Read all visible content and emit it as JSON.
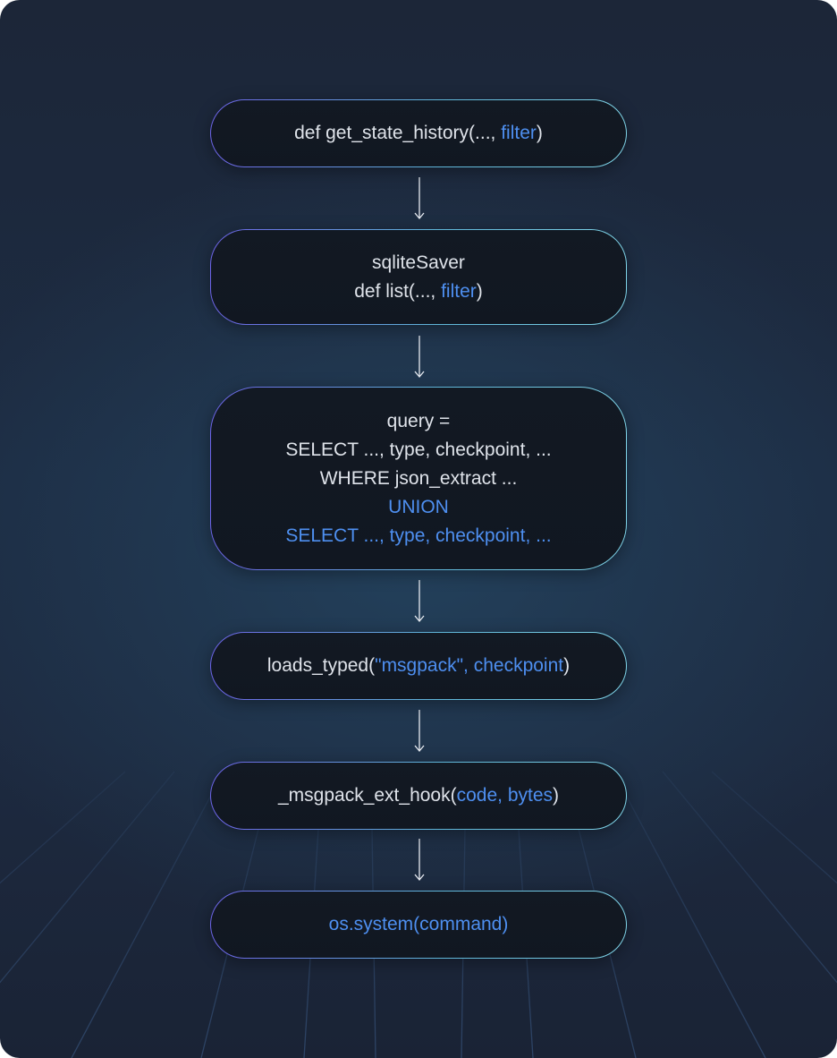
{
  "colors": {
    "text": "#dfe3ea",
    "highlight": "#4e8ff0",
    "node_fill": "#111822",
    "border_start": "#6c63e6",
    "border_end": "#7fd4e8",
    "arrow": "#e8ecf2"
  },
  "nodes": [
    {
      "id": "get-state-history",
      "lines": [
        [
          {
            "t": "def get_state_history(..., "
          },
          {
            "t": "filter",
            "hl": true
          },
          {
            "t": ")"
          }
        ]
      ]
    },
    {
      "id": "sqlite-saver-list",
      "lines": [
        [
          {
            "t": "sqliteSaver"
          }
        ],
        [
          {
            "t": "def list(..., "
          },
          {
            "t": "filter",
            "hl": true
          },
          {
            "t": ")"
          }
        ]
      ]
    },
    {
      "id": "sql-query",
      "lines": [
        [
          {
            "t": "query ="
          }
        ],
        [
          {
            "t": "SELECT ..., type, checkpoint, ..."
          }
        ],
        [
          {
            "t": "WHERE json_extract ..."
          }
        ],
        [
          {
            "t": "UNION",
            "hl": true
          }
        ],
        [
          {
            "t": "SELECT ..., type, checkpoint, ...",
            "hl": true
          }
        ]
      ]
    },
    {
      "id": "loads-typed",
      "lines": [
        [
          {
            "t": "loads_typed("
          },
          {
            "t": "\"msgpack\", checkpoint",
            "hl": true
          },
          {
            "t": ")"
          }
        ]
      ]
    },
    {
      "id": "msgpack-ext-hook",
      "lines": [
        [
          {
            "t": "_msgpack_ext_hook("
          },
          {
            "t": "code, bytes",
            "hl": true
          },
          {
            "t": ")"
          }
        ]
      ]
    },
    {
      "id": "os-system",
      "lines": [
        [
          {
            "t": "os.system(command)",
            "hl": true
          }
        ]
      ]
    }
  ]
}
